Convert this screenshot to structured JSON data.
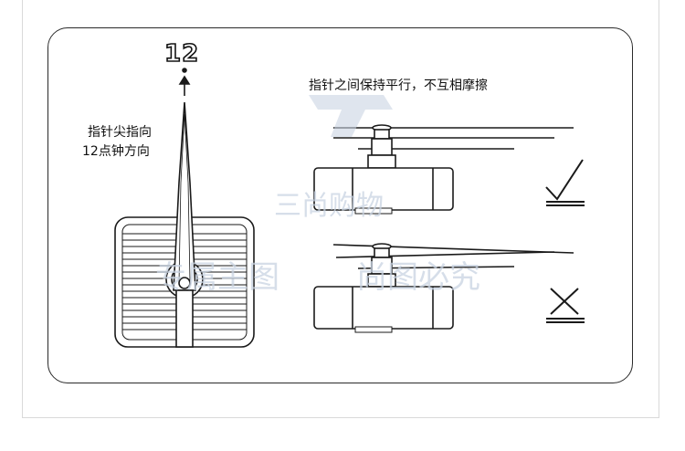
{
  "hand_marker": {
    "number": "12"
  },
  "pointer_note": {
    "line1": "指针尖指向",
    "line2": "12点钟方向"
  },
  "parallel_note": {
    "text": "指针之间保持平行，不互相摩擦"
  },
  "results": {
    "correct": "✓",
    "incorrect": "✕"
  },
  "watermarks": {
    "upper": "三尚购物",
    "lower_left": "专属主图",
    "lower_right": "尚图必究"
  },
  "colors": {
    "line": "#1a1a1a",
    "panel_border": "#2a2a2a",
    "watermark": "#c9d4e2"
  }
}
